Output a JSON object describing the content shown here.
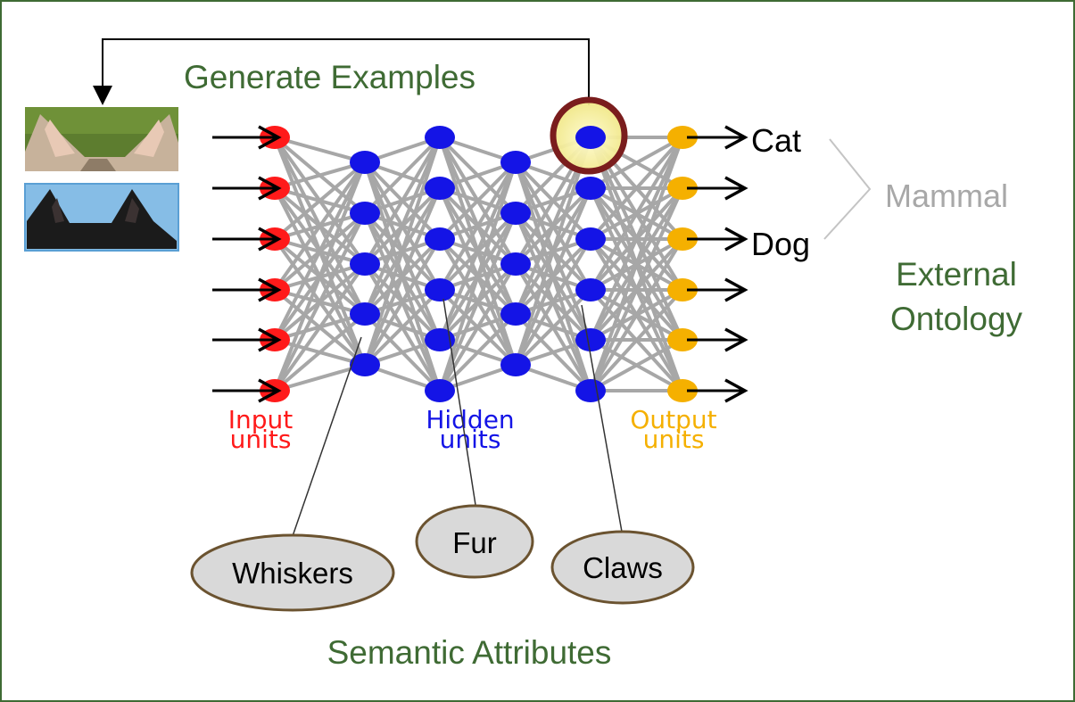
{
  "title": "Generate Examples",
  "layers": {
    "input": {
      "label_line1": "Input",
      "label_line2": "units",
      "color": "#ff1a1a",
      "count": 6
    },
    "hidden1": {
      "color": "#1414e6",
      "count": 5
    },
    "hidden2": {
      "label_line1": "Hidden",
      "label_line2": "units",
      "color": "#1414e6",
      "count": 6
    },
    "hidden3": {
      "color": "#1414e6",
      "count": 5
    },
    "hidden4": {
      "color": "#1414e6",
      "count": 6
    },
    "output": {
      "label_line1": "Output",
      "label_line2": "units",
      "color": "#f5b000",
      "count": 6
    }
  },
  "outputs": {
    "cat": "Cat",
    "dog": "Dog"
  },
  "ontology": {
    "parent": "Mammal",
    "title_line1": "External",
    "title_line2": "Ontology"
  },
  "attributes": {
    "title": "Semantic Attributes",
    "items": [
      "Whiskers",
      "Fur",
      "Claws"
    ]
  },
  "thumbnails": [
    {
      "name": "cat-ears",
      "bg": "#5a7a2e",
      "ear": "#c9b9a5"
    },
    {
      "name": "dog-ears",
      "bg": "#87bde8",
      "ear": "#1c1c1c"
    }
  ],
  "colors": {
    "green_text": "#3f6b34",
    "gray_text": "#a8a8a8",
    "highlight_ring": "#7a1d1d",
    "highlight_glow": "#fff6a6",
    "oval_fill": "#d9d9d9",
    "oval_stroke": "#6b5330",
    "edge": "#a7a7a7"
  }
}
